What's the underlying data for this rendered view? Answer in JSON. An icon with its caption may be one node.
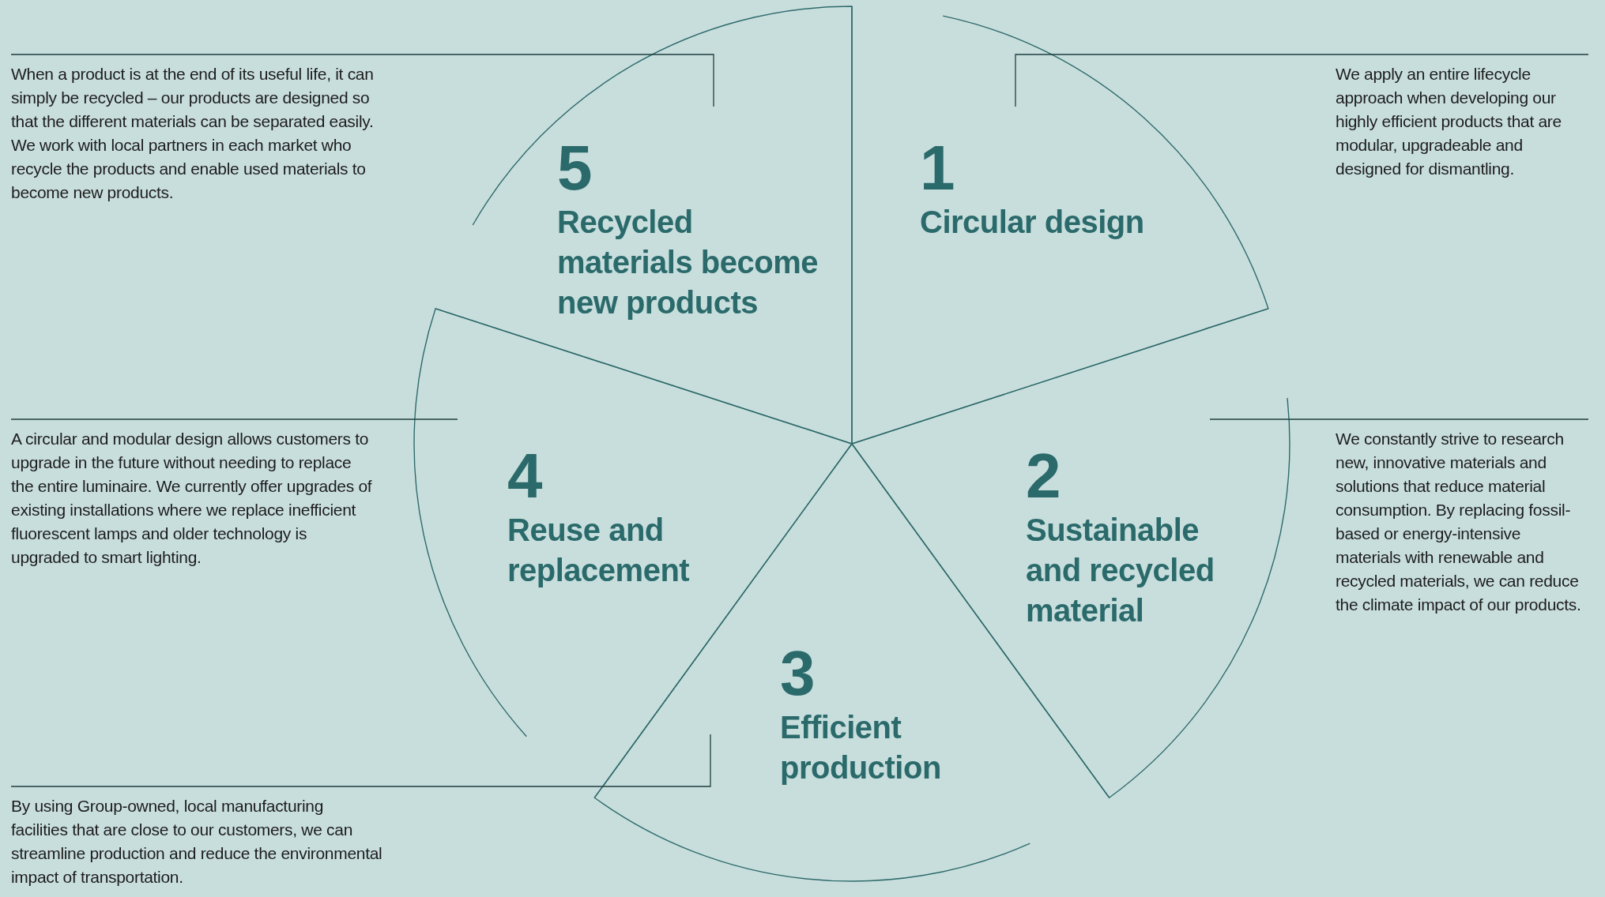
{
  "diagram": {
    "nodes": [
      {
        "text": [
          "1",
          "Circular design"
        ]
      },
      {
        "text": [
          "2",
          "Sustainable and recycled material"
        ]
      },
      {
        "text": [
          "3",
          "Efficient production"
        ]
      },
      {
        "text": [
          "4",
          "Reuse and replacement"
        ]
      },
      {
        "text": [
          "5",
          "Recycled materials become new products"
        ]
      },
      {
        "text": [
          "We apply an entire lifecycle approach when developing our highly efficient products that are modular, upgradeable and designed for dismantling."
        ]
      },
      {
        "text": [
          "We constantly strive to research new, innovative materials and solutions that reduce material consumption. By replacing fossil-based or energy-intensive materials with renewable and recycled materials, we can reduce the climate impact of our products."
        ]
      },
      {
        "text": [
          "By using Group-owned, local manufacturing facilities that are close to our customers, we can streamline production and reduce the environmental impact of transportation."
        ]
      },
      {
        "text": [
          "A circular and modular design allows customers to upgrade in the future without needing to replace the entire luminaire. We currently offer upgrades of existing installations where we replace inefficient fluorescent lamps and older technology is upgraded to smart lighting."
        ]
      },
      {
        "text": [
          "When a product is at the end of its useful life, it can simply be recycled – our products are designed so that the different materials can be separated easily. We work with local partners in each market who recycle the products and enable used materials to become new products."
        ]
      }
    ],
    "edges": [
      {
        "from": 5,
        "to": 0,
        "arrow": "none"
      },
      {
        "from": 6,
        "to": 1,
        "arrow": "none"
      },
      {
        "from": 7,
        "to": 2,
        "arrow": "none"
      },
      {
        "from": 8,
        "to": 3,
        "arrow": "none"
      },
      {
        "from": 9,
        "to": 4,
        "arrow": "none"
      }
    ]
  }
}
